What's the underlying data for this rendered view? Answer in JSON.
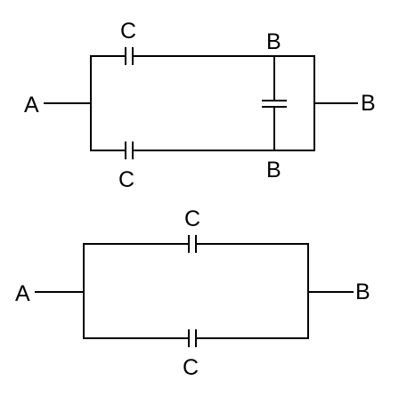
{
  "top_circuit": {
    "terminal_left": "A",
    "terminal_right": "B",
    "cap_top_label": "C",
    "cap_bottom_label": "C",
    "node_top_label": "B",
    "node_bottom_label": "B"
  },
  "bottom_circuit": {
    "terminal_left": "A",
    "terminal_right": "B",
    "cap_top_label": "C",
    "cap_bottom_label": "C"
  },
  "colors": {
    "line": "#000000",
    "background": "#ffffff"
  }
}
